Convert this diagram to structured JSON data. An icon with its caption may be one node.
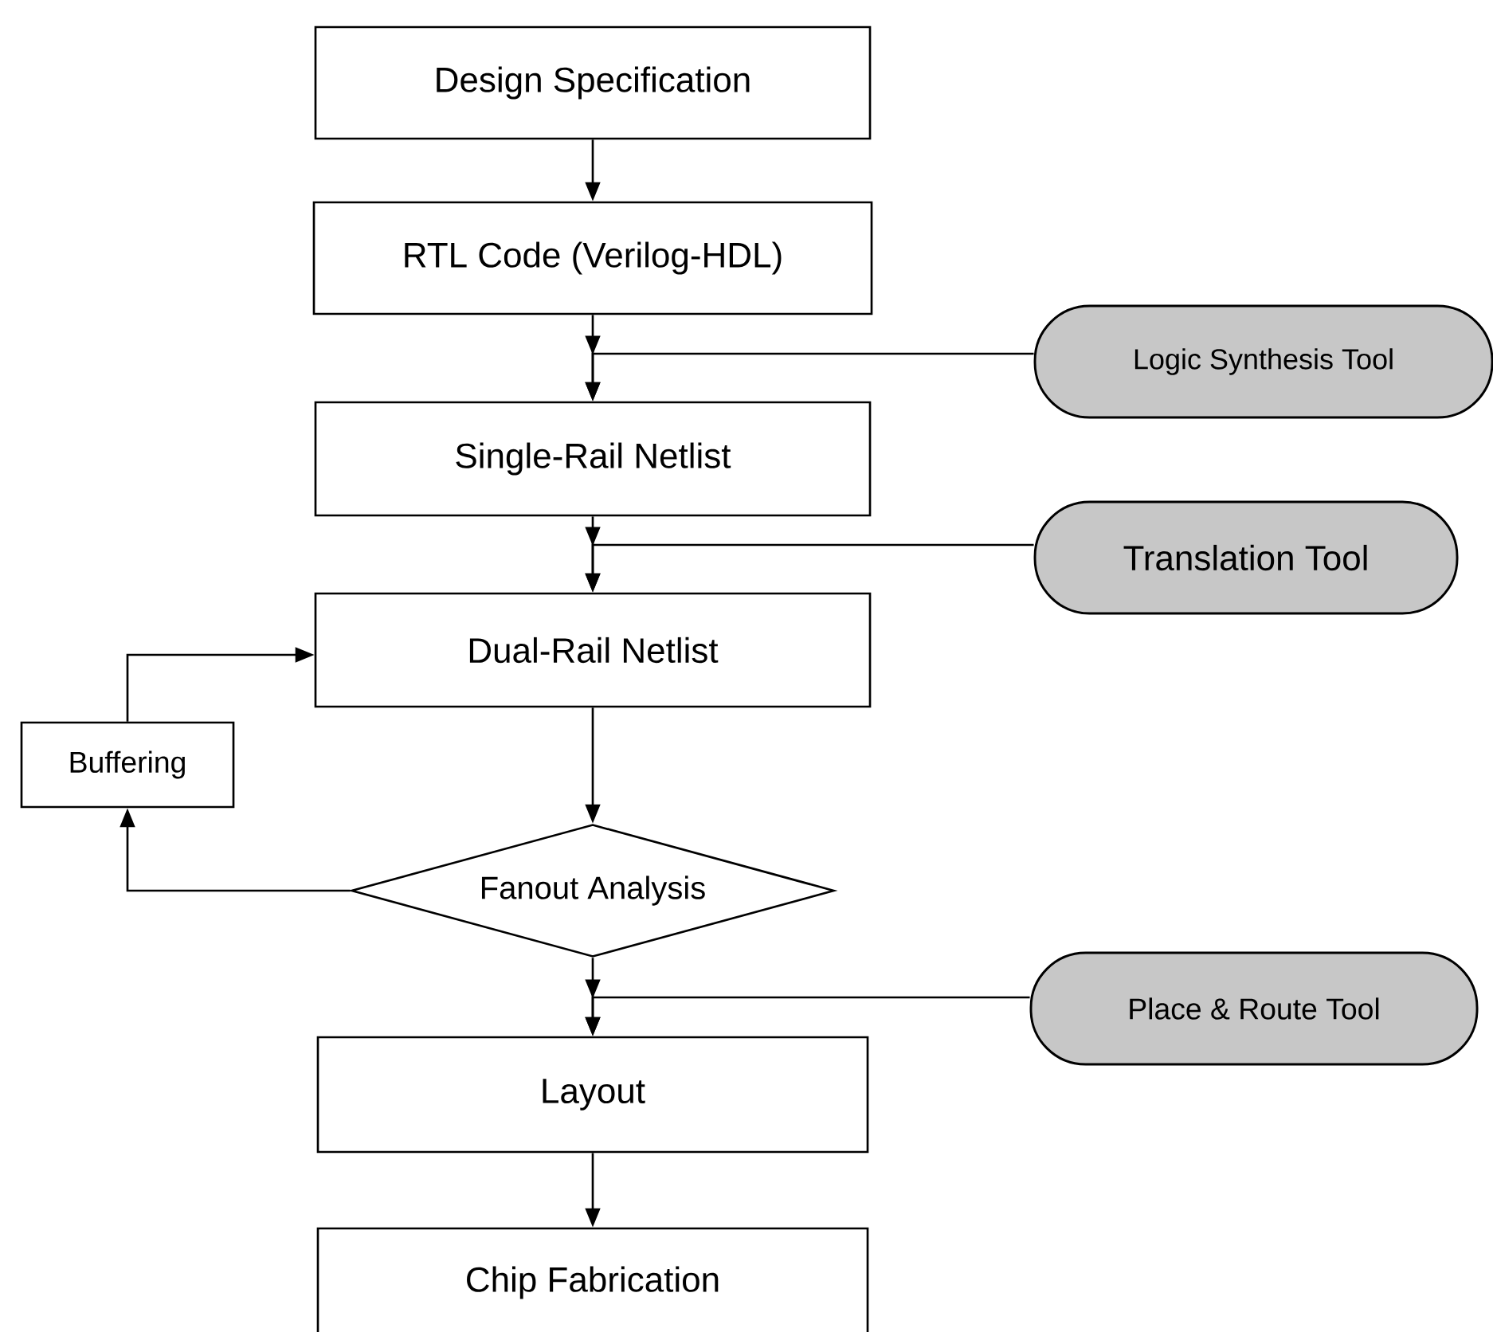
{
  "diagram": {
    "nodes": [
      {
        "text": [
          "Design Specification"
        ]
      },
      {
        "text": [
          "RTL Code (Verilog-HDL)"
        ]
      },
      {
        "text": [
          "Logic Synthesis Tool"
        ]
      },
      {
        "text": [
          "Single-Rail Netlist"
        ]
      },
      {
        "text": [
          "Translation Tool"
        ]
      },
      {
        "text": [
          "Dual-Rail Netlist"
        ]
      },
      {
        "text": [
          "Buffering"
        ]
      },
      {
        "text": [
          "Fanout Analysis"
        ]
      },
      {
        "text": [
          "Place & Route Tool"
        ]
      },
      {
        "text": [
          "Layout"
        ]
      },
      {
        "text": [
          "Chip Fabrication"
        ]
      }
    ],
    "edges": [
      {
        "from": 0,
        "to": 1,
        "arrow": "to"
      },
      {
        "from": 1,
        "to": 3,
        "arrow": "to"
      },
      {
        "from": 2,
        "to": 3,
        "arrow": "to"
      },
      {
        "from": 3,
        "to": 5,
        "arrow": "to"
      },
      {
        "from": 4,
        "to": 5,
        "arrow": "to"
      },
      {
        "from": 5,
        "to": 7,
        "arrow": "to"
      },
      {
        "from": 7,
        "to": 6,
        "arrow": "to"
      },
      {
        "from": 6,
        "to": 5,
        "arrow": "to"
      },
      {
        "from": 7,
        "to": 9,
        "arrow": "to"
      },
      {
        "from": 8,
        "to": 9,
        "arrow": "to"
      },
      {
        "from": 9,
        "to": 10,
        "arrow": "to"
      }
    ]
  }
}
